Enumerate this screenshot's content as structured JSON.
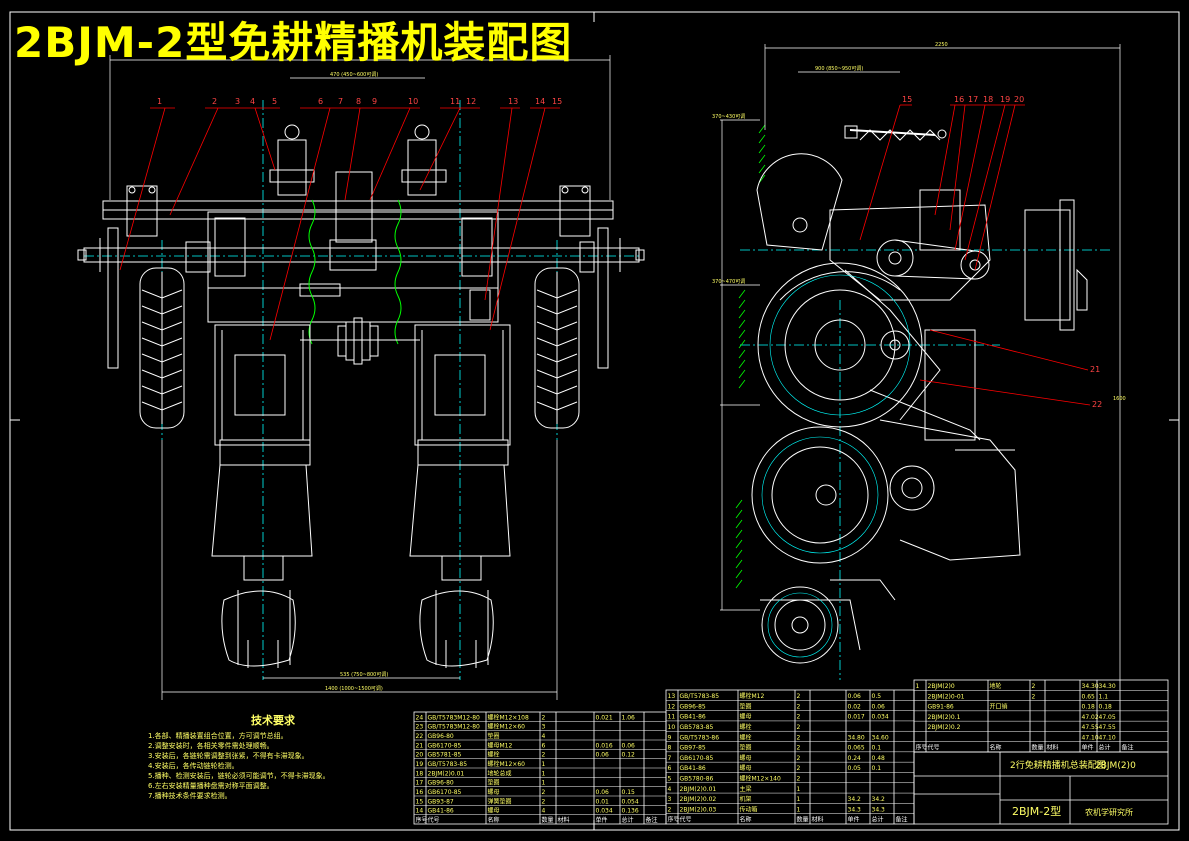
{
  "title": "2BJM-2型免耕精播机装配图",
  "technical_requirements": {
    "heading": "技术要求",
    "items": [
      "1.各部、精播装置组合位置，方可调节总组。",
      "2.调整安装时，各相关零件需处理顺畅。",
      "3.安装后，各链轮需调整到张紧，不得有卡滞现象。",
      "4.安装后，各传动链轮检测。",
      "5.播种、检测安装后，链轮必须可能调节，不得卡滞现象。",
      "6.左右安装精量播种盘需对称平面调整。",
      "7.播种技术条件要求检测。"
    ]
  },
  "title_block": {
    "drawing_name": "2行免耕精播机总装配图",
    "model": "2BJM-2型",
    "drawing_number": "2BJM(2)0",
    "org": "农机学研究所"
  },
  "parts_table_left": {
    "headers": [
      "序号",
      "代号",
      "名称",
      "数量",
      "材料",
      "单件",
      "总计",
      "备注"
    ],
    "rows": [
      [
        "24",
        "GB/T5783M12-80",
        "螺栓M12×108",
        "2",
        "",
        "0.021",
        "1.06",
        ""
      ],
      [
        "23",
        "GB/T5783M12-80",
        "螺栓M12×60",
        "3",
        "",
        "",
        "",
        ""
      ],
      [
        "22",
        "GB96-80",
        "垫圈",
        "4",
        "",
        "",
        "",
        ""
      ],
      [
        "21",
        "GB6170-85",
        "螺母M12",
        "6",
        "",
        "0.016",
        "0.06",
        ""
      ],
      [
        "20",
        "GB5781-85",
        "螺栓",
        "2",
        "",
        "0.06",
        "0.12",
        ""
      ],
      [
        "19",
        "GB/T5783-85",
        "螺栓M12×60",
        "1",
        "",
        "",
        "",
        ""
      ],
      [
        "18",
        "2BJM(2)0.01",
        "地轮总成",
        "1",
        "",
        "",
        "",
        ""
      ],
      [
        "17",
        "GB96-80",
        "垫圈",
        "1",
        "",
        "",
        "",
        ""
      ],
      [
        "16",
        "GB6170-85",
        "螺母",
        "2",
        "",
        "0.06",
        "0.15",
        ""
      ],
      [
        "15",
        "GB93-87",
        "弹簧垫圈",
        "2",
        "",
        "0.01",
        "0.054",
        ""
      ],
      [
        "14",
        "GB41-86",
        "螺母",
        "4",
        "",
        "0.034",
        "0.136",
        ""
      ]
    ]
  },
  "parts_table_mid": {
    "headers": [
      "序号",
      "代号",
      "名称",
      "数量",
      "材料",
      "单件",
      "总计",
      "备注"
    ],
    "rows": [
      [
        "13",
        "GB/T5783-85",
        "螺栓M12",
        "2",
        "",
        "0.06",
        "0.5",
        ""
      ],
      [
        "12",
        "GB96-85",
        "垫圈",
        "2",
        "",
        "0.02",
        "0.06",
        ""
      ],
      [
        "11",
        "GB41-86",
        "螺母",
        "2",
        "",
        "0.017",
        "0.034",
        ""
      ],
      [
        "10",
        "GB5783-85",
        "螺栓",
        "2",
        "",
        "",
        "",
        ""
      ],
      [
        "9",
        "GB/T5783-86",
        "螺栓",
        "2",
        "",
        "34.80",
        "34.60",
        ""
      ],
      [
        "8",
        "GB97-85",
        "垫圈",
        "2",
        "",
        "0.065",
        "0.1",
        ""
      ],
      [
        "7",
        "GB6170-85",
        "螺母",
        "2",
        "",
        "0.24",
        "0.48",
        ""
      ],
      [
        "6",
        "GB41-86",
        "螺母",
        "2",
        "",
        "0.05",
        "0.1",
        ""
      ],
      [
        "5",
        "GB5780-86",
        "螺栓M12×140",
        "2",
        "",
        "",
        "",
        ""
      ],
      [
        "4",
        "2BJM(2)0.01",
        "主梁",
        "1",
        "",
        "",
        "",
        ""
      ],
      [
        "3",
        "2BJM(2)0.02",
        "机架",
        "1",
        "",
        "34.2",
        "34.2",
        ""
      ],
      [
        "2",
        "2BJM(2)0.03",
        "传动箱",
        "1",
        "",
        "34.3",
        "34.3",
        ""
      ]
    ]
  },
  "parts_table_right": {
    "headers": [
      "序号",
      "代号",
      "名称",
      "数量",
      "材料",
      "单件",
      "总计",
      "备注"
    ],
    "rows": [
      [
        "1",
        "2BJM(2)0",
        "地轮",
        "2",
        "",
        "34.30",
        "34.30",
        ""
      ],
      [
        "",
        "2BJM(2)0-01",
        "",
        "2",
        "",
        "0.65",
        "1.1",
        ""
      ],
      [
        "",
        "GB91-86",
        "开口销",
        "",
        "",
        "0.18",
        "0.18",
        ""
      ],
      [
        "",
        "2BJM(2)0.1",
        "",
        "",
        "",
        "47.02",
        "47.05",
        ""
      ],
      [
        "",
        "2BJM(2)0.2",
        "",
        "",
        "",
        "47.55",
        "47.55",
        ""
      ],
      [
        "",
        "",
        "",
        "",
        "",
        "47.10",
        "47.10",
        ""
      ]
    ]
  },
  "colors": {
    "background": "#000000",
    "outline": "#ffffff",
    "centerline": "#00ffff",
    "leader": "#ff0000",
    "hatching": "#00ff00",
    "annotation": "#ffff00",
    "dimension": "#00ffff"
  }
}
